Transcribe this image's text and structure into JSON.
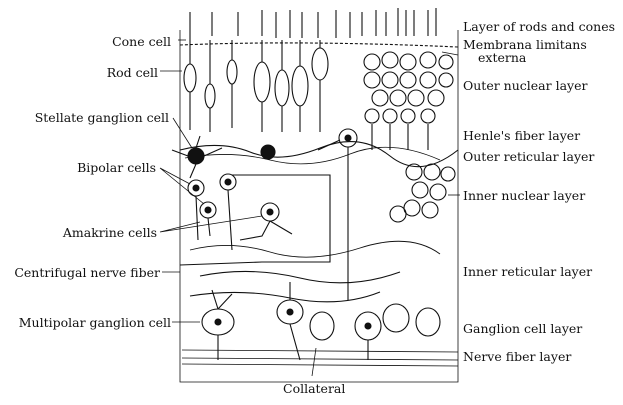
{
  "diagram": {
    "left_labels": {
      "cone_cell": "Cone cell",
      "rod_cell": "Rod cell",
      "stellate_ganglion_cell": "Stellate ganglion cell",
      "bipolar_cells": "Bipolar cells",
      "amakrine_cells": "Amakrine cells",
      "centrifugal_nerve_fiber": "Centrifugal nerve fiber",
      "multipolar_ganglion_cell": "Multipolar ganglion cell"
    },
    "bottom_label": "Collateral",
    "right_labels": {
      "rods_and_cones": "Layer of rods and cones",
      "membrana_line1": "Membrana limitans",
      "membrana_line2": "externa",
      "outer_nuclear": "Outer nuclear layer",
      "henle": "Henle's fiber layer",
      "outer_reticular": "Outer reticular layer",
      "inner_nuclear": "Inner nuclear layer",
      "inner_reticular": "Inner reticular layer",
      "ganglion_cell": "Ganglion cell layer",
      "nerve_fiber": "Nerve fiber layer"
    },
    "colors": {
      "ink": "#111111",
      "background": "#ffffff"
    }
  }
}
